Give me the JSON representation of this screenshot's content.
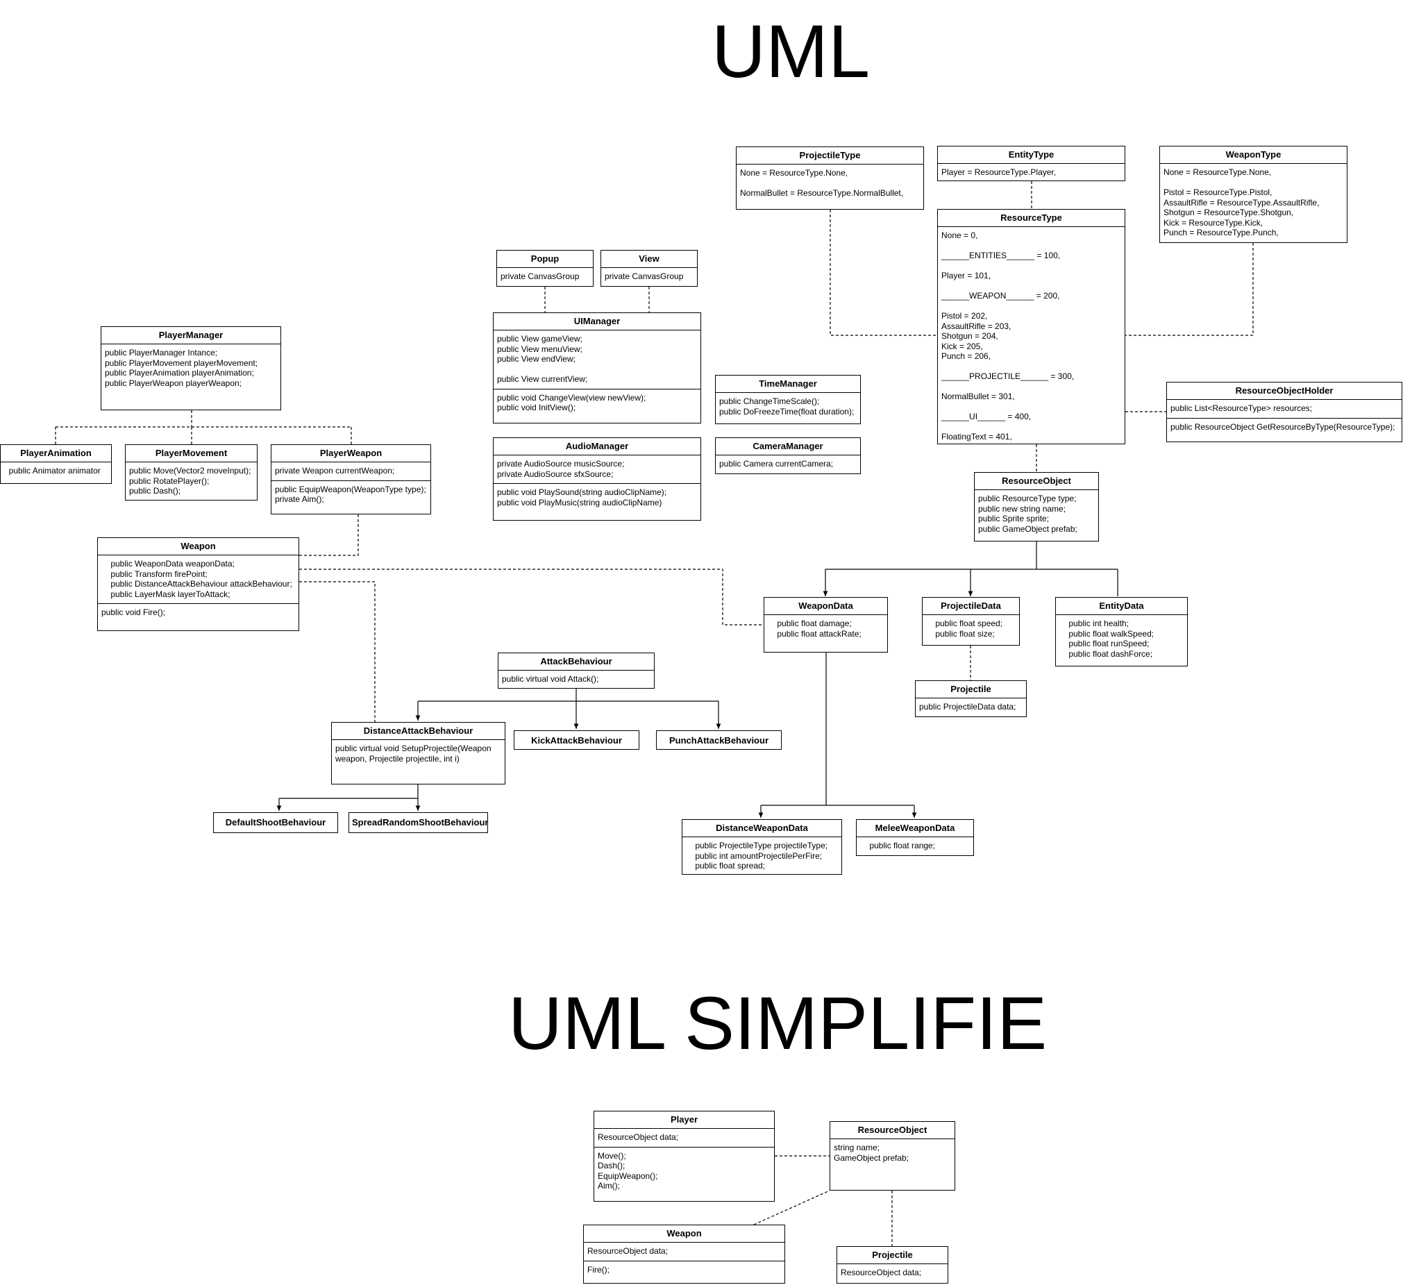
{
  "titles": {
    "main": "UML",
    "simplified": "UML SIMPLIFIE"
  },
  "classes": {
    "projectile_type": {
      "name": "ProjectileType",
      "sections": [
        [
          "None = ResourceType.None,",
          "",
          "NormalBullet = ResourceType.NormalBullet,"
        ]
      ]
    },
    "entity_type": {
      "name": "EntityType",
      "sections": [
        [
          "Player = ResourceType.Player,"
        ]
      ]
    },
    "weapon_type": {
      "name": "WeaponType",
      "sections": [
        [
          "None = ResourceType.None,",
          "",
          "Pistol = ResourceType.Pistol,",
          "AssaultRifle = ResourceType.AssaultRifle,",
          "Shotgun = ResourceType.Shotgun,",
          "Kick = ResourceType.Kick,",
          "Punch = ResourceType.Punch,"
        ]
      ]
    },
    "resource_type": {
      "name": "ResourceType",
      "sections": [
        [
          "None = 0,",
          "",
          "______ENTITIES______ = 100,",
          "",
          "Player = 101,",
          "",
          "______WEAPON______ = 200,",
          "",
          "Pistol = 202,",
          "AssaultRifle = 203,",
          "Shotgun = 204,",
          "Kick = 205,",
          "Punch = 206,",
          "",
          "______PROJECTILE______ = 300,",
          "",
          "NormalBullet = 301,",
          "",
          "______UI______ = 400,",
          "",
          "FloatingText = 401,"
        ]
      ]
    },
    "popup": {
      "name": "Popup",
      "sections": [
        [
          "private CanvasGroup"
        ]
      ]
    },
    "view": {
      "name": "View",
      "sections": [
        [
          "private CanvasGroup"
        ]
      ]
    },
    "ui_manager": {
      "name": "UIManager",
      "sections": [
        [
          "public View gameView;",
          "public View menuView;",
          "public View endView;",
          "",
          "public View currentView;"
        ],
        [
          "public void ChangeView(view newView);",
          "public void InitView();"
        ]
      ]
    },
    "time_manager": {
      "name": "TimeManager",
      "sections": [
        [
          "public ChangeTimeScale();",
          "public DoFreezeTime(float duration);"
        ]
      ]
    },
    "camera_manager": {
      "name": "CameraManager",
      "sections": [
        [
          "public Camera currentCamera;"
        ]
      ]
    },
    "audio_manager": {
      "name": "AudioManager",
      "sections": [
        [
          "private AudioSource musicSource;",
          "private AudioSource sfxSource;"
        ],
        [
          "public void PlaySound(string audioClipName);",
          "public void PlayMusic(string audioClipName)"
        ]
      ]
    },
    "resource_object_holder": {
      "name": "ResourceObjectHolder",
      "sections": [
        [
          "public List<ResourceType> resources;"
        ],
        [
          "public ResourceObject GetResourceByType(ResourceType);"
        ]
      ]
    },
    "player_manager": {
      "name": "PlayerManager",
      "sections": [
        [
          "public PlayerManager Intance;",
          "public PlayerMovement playerMovement;",
          "public PlayerAnimation playerAnimation;",
          "public PlayerWeapon playerWeapon;"
        ]
      ]
    },
    "player_animation": {
      "name": "PlayerAnimation",
      "sections": [
        [
          "  public Animator animator"
        ]
      ]
    },
    "player_movement": {
      "name": "PlayerMovement",
      "sections": [
        [
          "public Move(Vector2 moveInput);",
          "public RotatePlayer();",
          "public Dash();"
        ]
      ]
    },
    "player_weapon": {
      "name": "PlayerWeapon",
      "sections": [
        [
          "private Weapon currentWeapon;"
        ],
        [
          "public EquipWeapon(WeaponType type);",
          "private Aim();"
        ]
      ]
    },
    "resource_object": {
      "name": "ResourceObject",
      "sections": [
        [
          "public ResourceType type;",
          "public new string name;",
          "public Sprite sprite;",
          "public GameObject prefab;"
        ]
      ]
    },
    "weapon": {
      "name": "Weapon",
      "sections": [
        [
          "    public WeaponData weaponData;",
          "    public Transform firePoint;",
          "    public DistanceAttackBehaviour attackBehaviour;",
          "    public LayerMask layerToAttack;"
        ],
        [
          "public void Fire();"
        ]
      ]
    },
    "weapon_data": {
      "name": "WeaponData",
      "sections": [
        [
          "    public float damage;",
          "    public float attackRate;"
        ]
      ]
    },
    "projectile_data": {
      "name": "ProjectileData",
      "sections": [
        [
          "    public float speed;",
          "    public float size;"
        ]
      ]
    },
    "entity_data": {
      "name": "EntityData",
      "sections": [
        [
          "    public int health;",
          "    public float walkSpeed;",
          "    public float runSpeed;",
          "    public float dashForce;"
        ]
      ]
    },
    "attack_behaviour": {
      "name": "AttackBehaviour",
      "sections": [
        [
          "public virtual void Attack();"
        ]
      ]
    },
    "projectile": {
      "name": "Projectile",
      "sections": [
        [
          "public ProjectileData data;"
        ]
      ]
    },
    "distance_attack_behaviour": {
      "name": "DistanceAttackBehaviour",
      "sections": [
        [
          "public virtual void SetupProjectile(Weapon weapon, Projectile projectile, int i)"
        ]
      ]
    },
    "kick_attack_behaviour": {
      "name": "KickAttackBehaviour",
      "sections": []
    },
    "punch_attack_behaviour": {
      "name": "PunchAttackBehaviour",
      "sections": []
    },
    "default_shoot_behaviour": {
      "name": "DefaultShootBehaviour",
      "sections": []
    },
    "spread_random_shoot_behaviour": {
      "name": "SpreadRandomShootBehaviour",
      "sections": []
    },
    "distance_weapon_data": {
      "name": "DistanceWeaponData",
      "sections": [
        [
          "    public ProjectileType projectileType;",
          "    public int amountProjectilePerFire;",
          "    public float spread;"
        ]
      ]
    },
    "melee_weapon_data": {
      "name": "MeleeWeaponData",
      "sections": [
        [
          "    public float range;"
        ]
      ]
    },
    "s_player": {
      "name": "Player",
      "sections": [
        [
          "ResourceObject data;"
        ],
        [
          "Move();",
          "Dash();",
          "EquipWeapon();",
          "Aim();"
        ]
      ]
    },
    "s_resource_object": {
      "name": "ResourceObject",
      "sections": [
        [
          "string name;",
          "GameObject prefab;"
        ]
      ]
    },
    "s_weapon": {
      "name": "Weapon",
      "sections": [
        [
          "ResourceObject data;"
        ],
        [
          "Fire();"
        ]
      ]
    },
    "s_projectile": {
      "name": "Projectile",
      "sections": [
        [
          "ResourceObject data;"
        ]
      ]
    }
  }
}
